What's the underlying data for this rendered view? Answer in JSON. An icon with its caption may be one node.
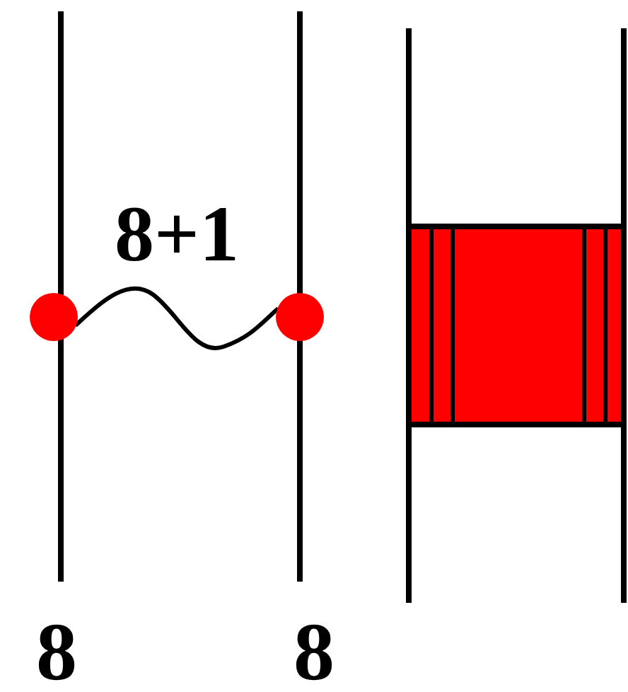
{
  "diagram": {
    "nodes": [
      {
        "text": [],
        "shape": "circle"
      },
      {
        "text": [],
        "shape": "circle"
      }
    ],
    "edges": [
      {
        "from": 0,
        "to": 1,
        "arrow": "none",
        "label": "8+1"
      }
    ],
    "labels": [
      "8",
      "8"
    ]
  }
}
